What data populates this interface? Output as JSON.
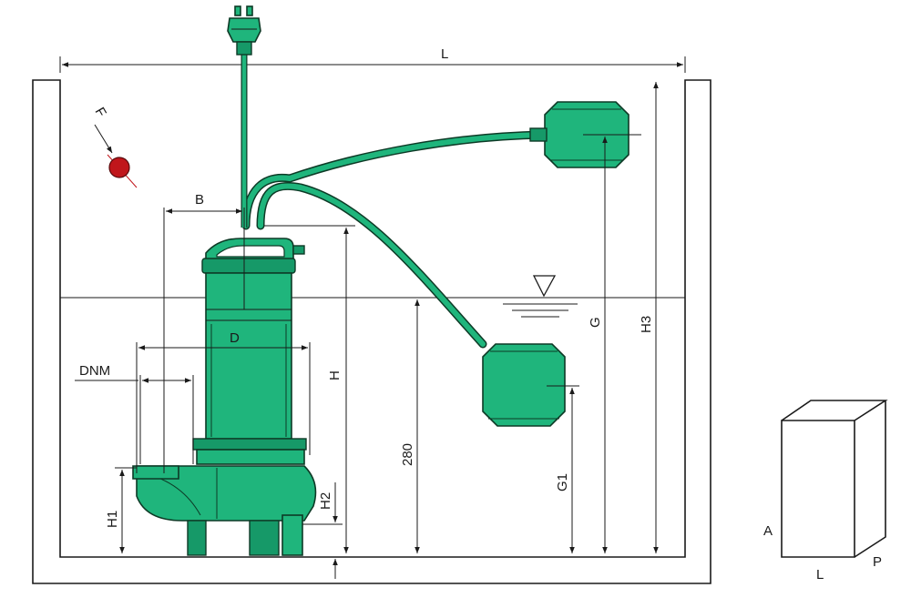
{
  "labels": {
    "L_top": "L",
    "F": "F",
    "B": "B",
    "D": "D",
    "DNM": "DNM",
    "H": "H",
    "H1": "H1",
    "H2": "H2",
    "depth_280": "280",
    "G": "G",
    "G1": "G1",
    "H3": "H3",
    "box_A": "A",
    "box_L": "L",
    "box_P": "P"
  },
  "colors": {
    "pump_green": "#1fb57c",
    "pump_outline": "#0d3a26",
    "ball_red": "#c0161b",
    "line": "#1a1a1a"
  },
  "icons": {
    "water_level": "water-level-triangle-icon",
    "direction_ball": "red-ball-icon"
  }
}
